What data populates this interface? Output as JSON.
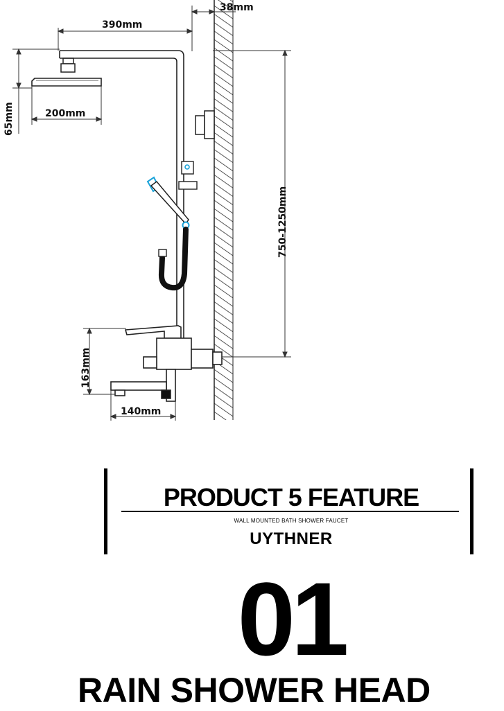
{
  "diagram": {
    "dimensions": {
      "wall_clearance": "38mm",
      "arm_length": "390mm",
      "head_height": "65mm",
      "head_diameter": "200mm",
      "riser_height": "750-1250mm",
      "mixer_height": "163mm",
      "spout_length": "140mm"
    }
  },
  "feature": {
    "title": "PRODUCT 5 FEATURE",
    "subtitle": "WALL MOUNTED BATH SHOWER FAUCET",
    "brand": "UYTHNER",
    "number": "01",
    "name": "RAIN SHOWER HEAD"
  }
}
